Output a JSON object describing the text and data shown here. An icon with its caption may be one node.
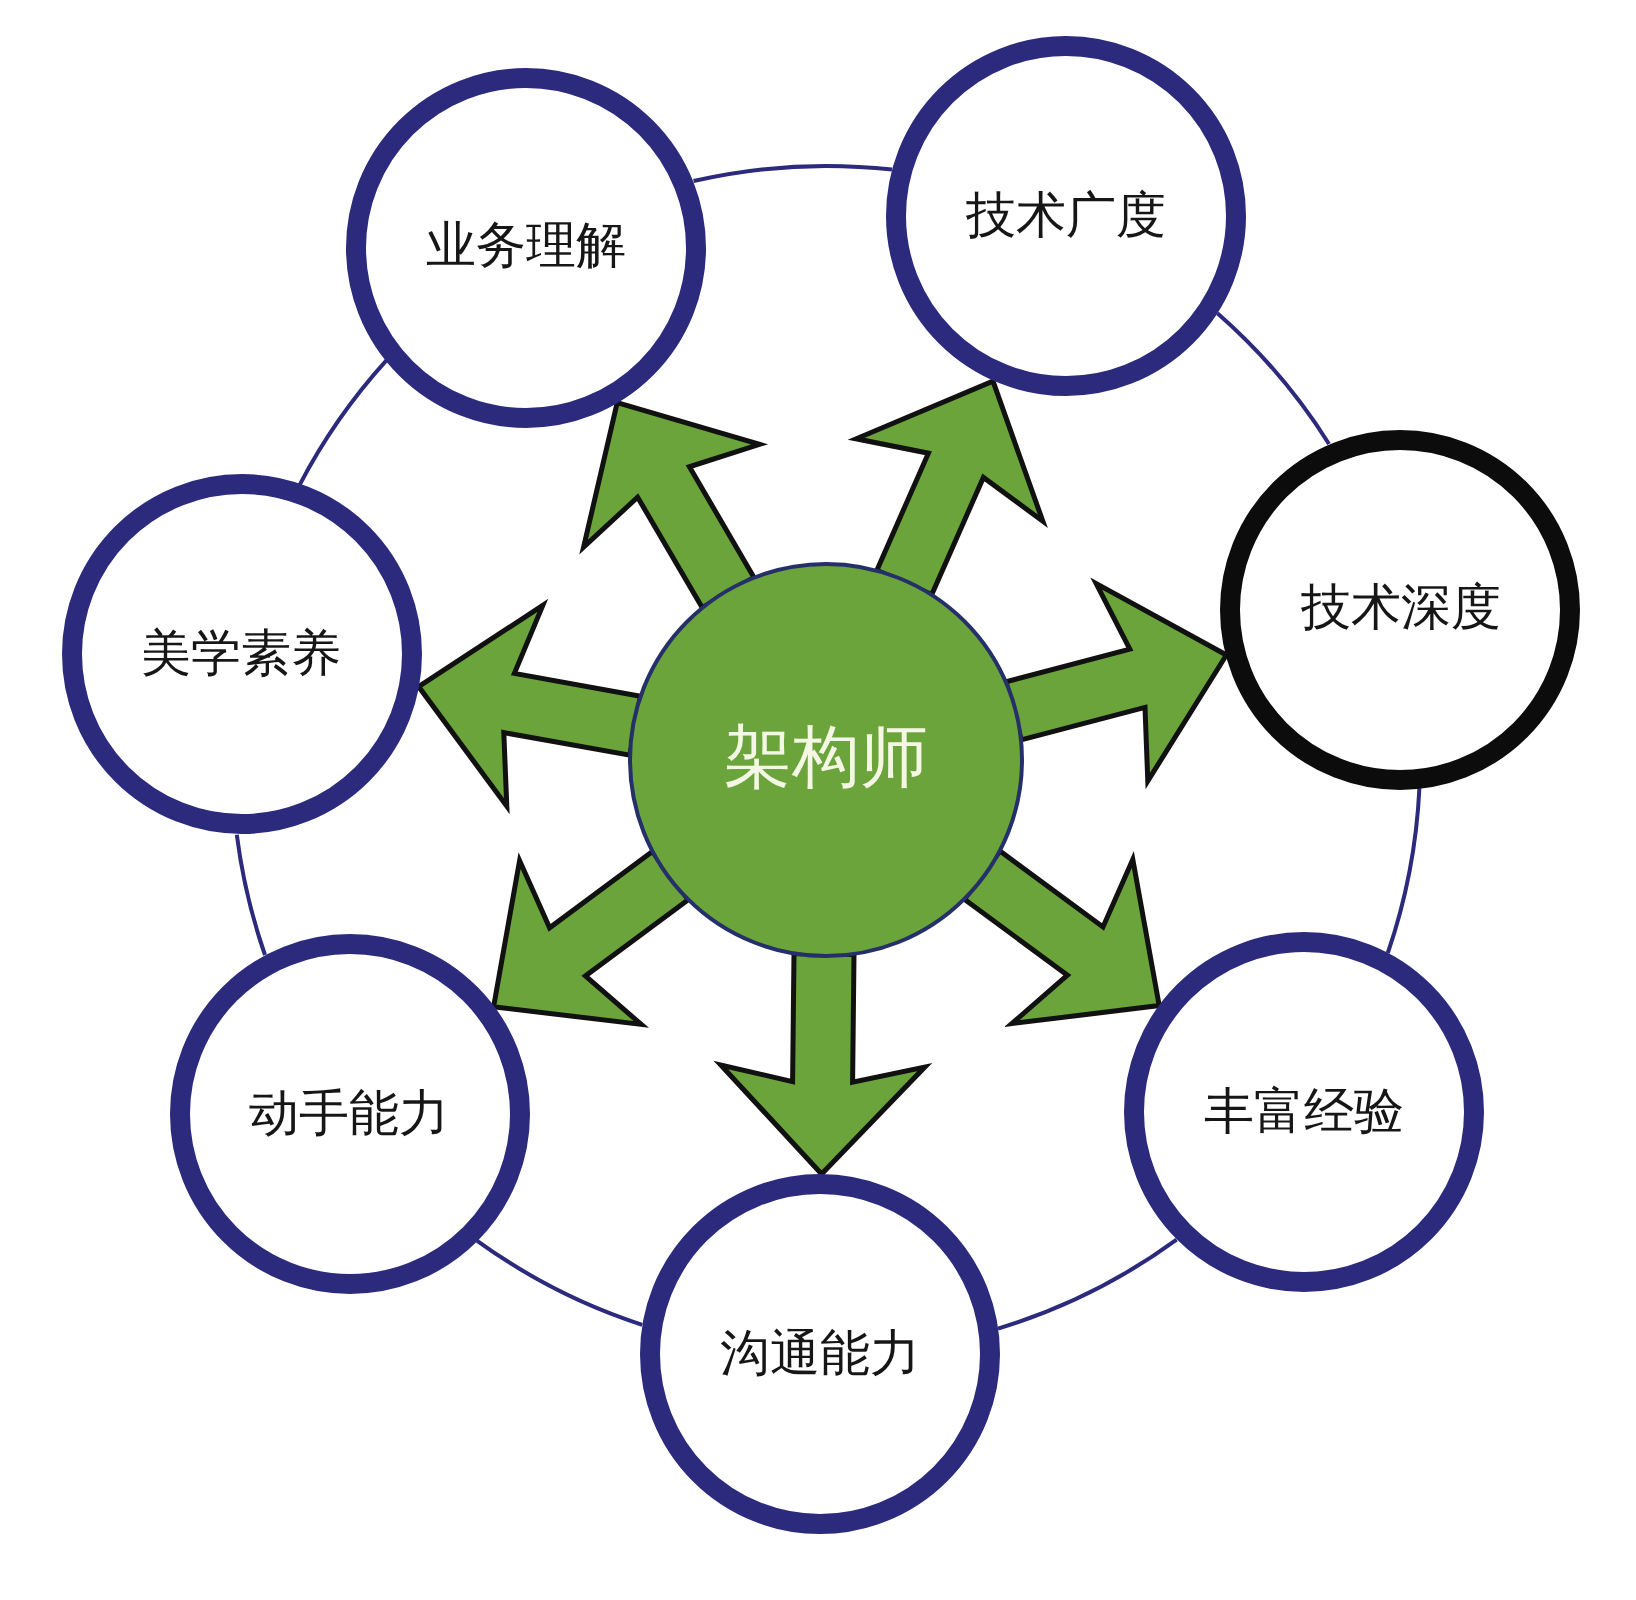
{
  "diagram": {
    "nodes": [
      {
        "text": [
          "业务理解"
        ]
      },
      {
        "text": [
          "技术广度"
        ]
      },
      {
        "text": [
          "技术深度"
        ]
      },
      {
        "text": [
          "美学素养"
        ]
      },
      {
        "text": [
          "架构师"
        ]
      },
      {
        "text": [
          "动手能力"
        ]
      },
      {
        "text": [
          "丰富经验"
        ]
      },
      {
        "text": [
          "沟通能力"
        ]
      }
    ],
    "edges": [
      {
        "from": 4,
        "to": 0,
        "arrow": "to",
        "style": "thick",
        "color": "#6aa43a"
      },
      {
        "from": 4,
        "to": 1,
        "arrow": "to",
        "style": "thick",
        "color": "#6aa43a"
      },
      {
        "from": 4,
        "to": 2,
        "arrow": "to",
        "style": "thick",
        "color": "#6aa43a"
      },
      {
        "from": 4,
        "to": 3,
        "arrow": "to",
        "style": "thick",
        "color": "#6aa43a"
      },
      {
        "from": 4,
        "to": 5,
        "arrow": "to",
        "style": "thick",
        "color": "#6aa43a"
      },
      {
        "from": 4,
        "to": 6,
        "arrow": "to",
        "style": "thick",
        "color": "#6aa43a"
      },
      {
        "from": 4,
        "to": 7,
        "arrow": "to",
        "style": "thick",
        "color": "#6aa43a"
      },
      {
        "from": 0,
        "to": 1,
        "arrow": "none"
      },
      {
        "from": 1,
        "to": 2,
        "arrow": "none"
      },
      {
        "from": 2,
        "to": 6,
        "arrow": "none"
      },
      {
        "from": 6,
        "to": 7,
        "arrow": "none"
      },
      {
        "from": 7,
        "to": 5,
        "arrow": "none"
      },
      {
        "from": 5,
        "to": 3,
        "arrow": "none"
      },
      {
        "from": 3,
        "to": 0,
        "arrow": "none"
      }
    ]
  }
}
